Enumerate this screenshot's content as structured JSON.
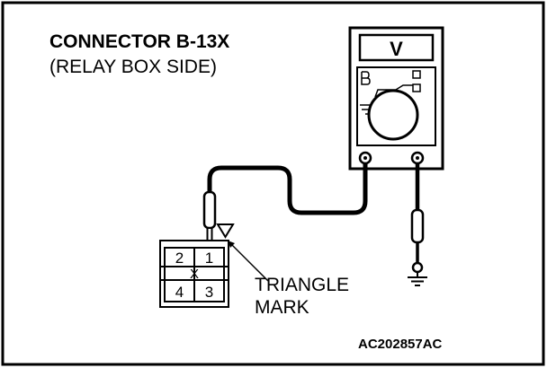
{
  "title": "CONNECTOR B-13X",
  "subtitle": "(RELAY BOX SIDE)",
  "meter": {
    "display_symbol": "V"
  },
  "connector": {
    "pins": [
      "2",
      "1",
      "4",
      "3"
    ],
    "center_mark": "X"
  },
  "callout": {
    "line1": "TRIANGLE",
    "line2": "MARK"
  },
  "figure_code": "AC202857AC"
}
